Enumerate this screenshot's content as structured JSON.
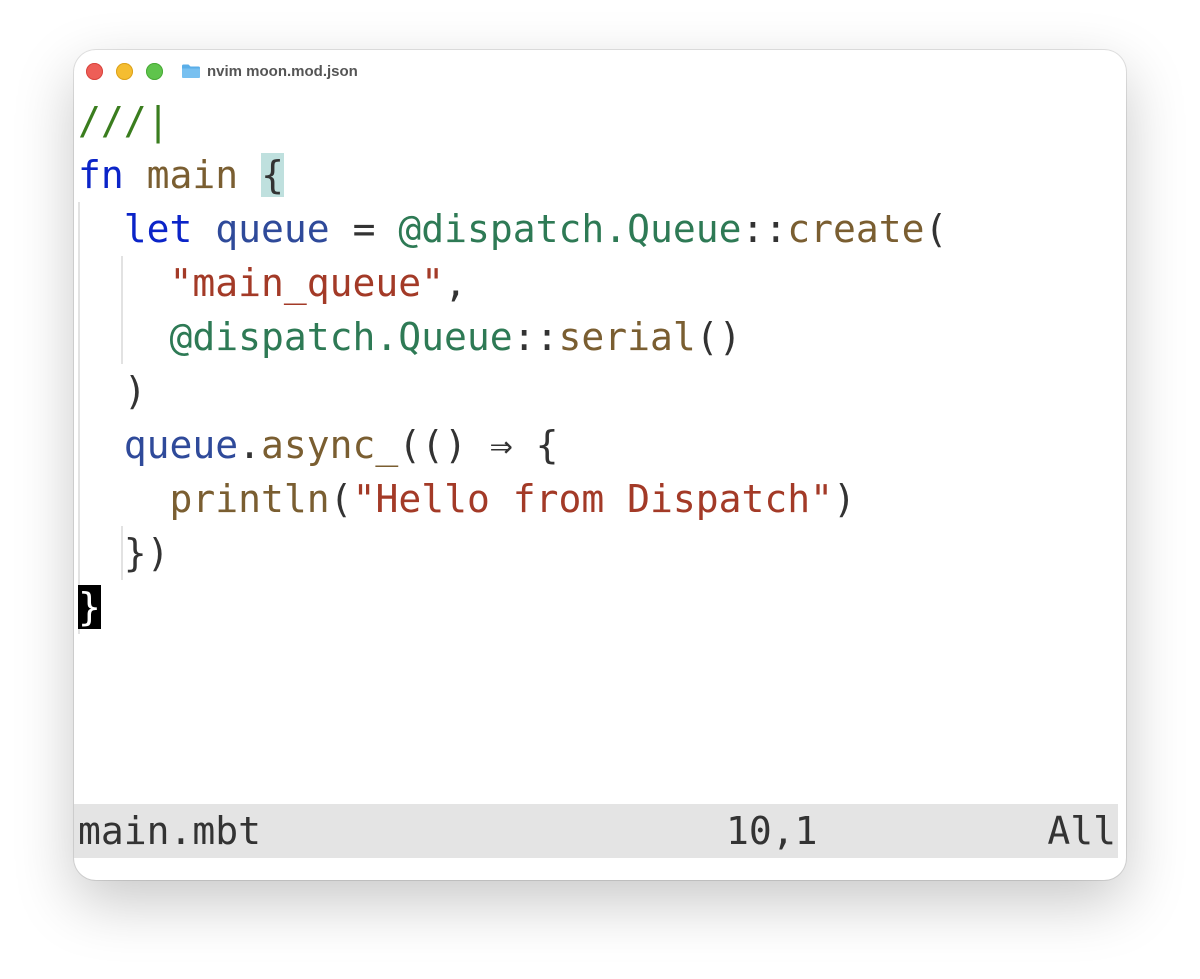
{
  "window": {
    "title": "nvim moon.mod.json",
    "folder_icon": "folder-icon"
  },
  "editor": {
    "lines": {
      "l1": {
        "comment": "///|"
      },
      "l2": {
        "kw": "fn",
        "name": "main",
        "brace": "{"
      },
      "l3": {
        "kw": "let",
        "var": "queue",
        "eq": "=",
        "mod": "@dispatch.Queue",
        "sep": "::",
        "fn": "create",
        "paren": "("
      },
      "l4": {
        "str": "\"main_queue\"",
        "comma": ","
      },
      "l5": {
        "mod": "@dispatch.Queue",
        "sep": "::",
        "fn": "serial",
        "paren": "()"
      },
      "l6": {
        "paren": ")"
      },
      "l7": {
        "var": "queue",
        "dot": ".",
        "fn": "async_",
        "open": "(() ",
        "arrow": "⇒",
        "brace": " {"
      },
      "l8": {
        "fn": "println",
        "open": "(",
        "str": "\"Hello from Dispatch\"",
        "close": ")"
      },
      "l9": {
        "close": "})"
      },
      "l10": {
        "brace": "}"
      }
    }
  },
  "statusline": {
    "filename": "main.mbt",
    "position": "10,1",
    "scroll": "All"
  },
  "colors": {
    "comment": "#3a7d1e",
    "keyword": "#0b24c8",
    "function": "#7a5e31",
    "variable": "#2f4a9a",
    "module": "#2e7a55",
    "string": "#a33a27",
    "bracket_match": "#bfe0de",
    "cursor": "#000000"
  }
}
